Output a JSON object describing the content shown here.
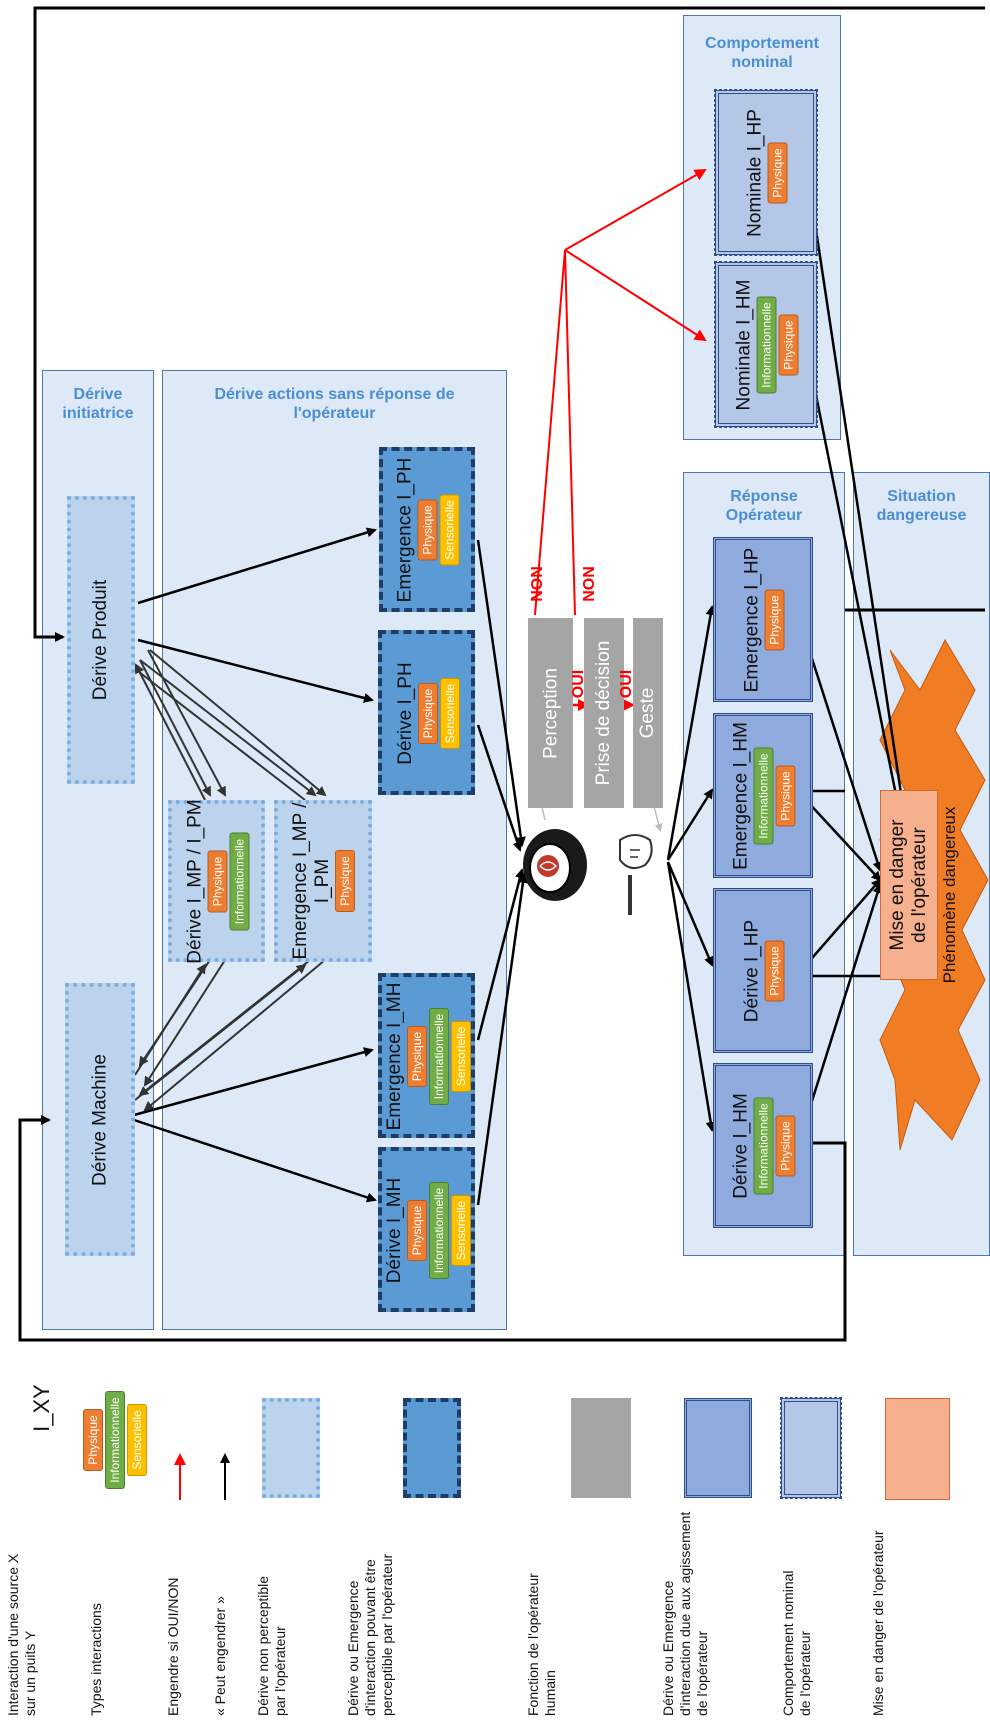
{
  "panels": {
    "comportement_nominal": "Comportement nominal",
    "derive_initiatrice": "Dérive initiatrice",
    "derive_actions": "Dérive actions sans réponse de l'opérateur",
    "reponse_operateur": "Réponse Opérateur",
    "situation_dangereuse": "Situation dangereuse"
  },
  "nodes": {
    "derive_produit": "Dérive Produit",
    "derive_machine": "Dérive Machine",
    "derive_imp_ipm": "Dérive I_MP / I_PM",
    "emergence_imp_ipm_1": "Emergence I_MP /",
    "emergence_imp_ipm_2": "I_PM",
    "emergence_iph": "Emergence I_PH",
    "derive_iph": "Dérive I_PH",
    "emergence_imh": "Emergence I_MH",
    "derive_imh": "Dérive I_MH",
    "nominale_ihp": "Nominale I_HP",
    "nominale_ihm": "Nominale I_HM",
    "resp_emergence_ihp": "Emergence I_HP",
    "resp_emergence_ihm": "Emergence I_HM",
    "resp_derive_ihp": "Dérive I_HP",
    "resp_derive_ihm": "Dérive I_HM"
  },
  "tags": {
    "physique": "Physique",
    "informationnelle": "Informationnelle",
    "sensorielle": "Sensorielle"
  },
  "operator_functions": {
    "perception": "Perception",
    "prise_decision": "Prise de décision",
    "geste": "Geste"
  },
  "branch_labels": {
    "non": "NON",
    "oui": "OUI"
  },
  "danger": {
    "mise_en_danger_1": "Mise en danger",
    "mise_en_danger_2": "de l'opérateur",
    "phenomene": "Phénomène dangereux"
  },
  "legend": {
    "ixy_symbol": "I_XY",
    "ixy_desc": "Interaction d'une source X sur un puits Y",
    "types_interactions": "Types interactions",
    "engendre": "Engendre si OUI/NON",
    "peut_engendrer": "« Peut engendrer »",
    "derive_non_perceptible": "Dérive non perceptible par l'opérateur",
    "derive_perceptible": "Dérive ou Emergence d'interaction pouvant être perceptible par l'opérateur",
    "fonction_operateur": "Fonction de l'opérateur humain",
    "derive_agissement": "Dérive ou Emergence d'interaction due aux agissement de l'opérateur",
    "comportement_nominal": "Comportement nominal de l'opérateur",
    "mise_en_danger": "Mise en danger de l'opérateur"
  },
  "colors": {
    "red_arrow": "#ff0000",
    "black_arrow": "#000000",
    "physique": "#ed7d31",
    "informationnelle": "#70ad47",
    "sensorielle": "#ffc000",
    "panel_title": "#4a8ed6"
  }
}
